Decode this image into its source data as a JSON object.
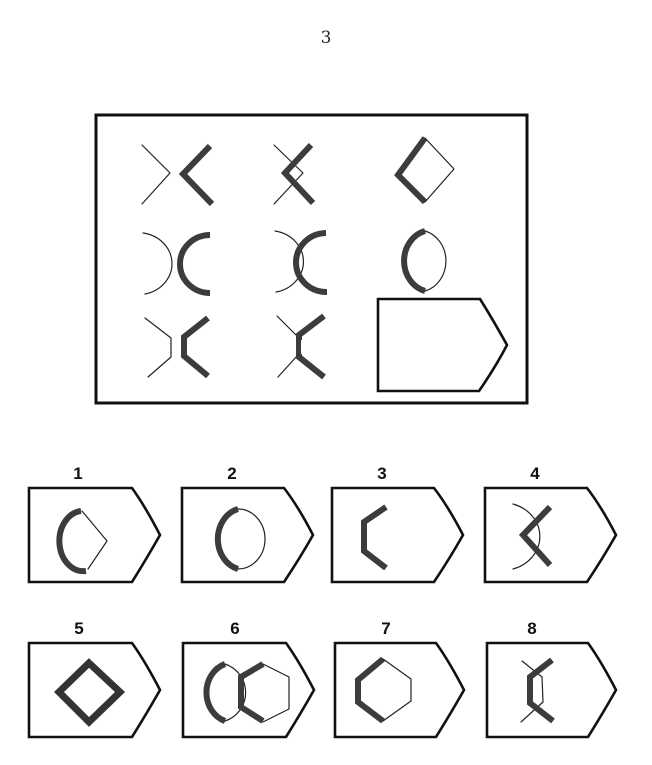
{
  "page": {
    "number": "3"
  },
  "puzzle": {
    "type": "3x3 visual matrix reasoning",
    "rows": [
      [
        "thin-right-angle + thick-left-angle (separate)",
        "thin-right-angle + thick-left-angle (overlapping)",
        "diamond: thick left half + thin right half"
      ],
      [
        "thin-right-arc + thick-left-arc (separate)",
        "thin-right-arc + thick-left-arc (overlapping)",
        "circle: thick left half + thin right half"
      ],
      [
        "thin-right-half-hexagon + thick-left-half-hexagon (separate)",
        "thin-right-half-hexagon + thick-left-half-hexagon (overlapping)",
        "missing (placeholder)"
      ]
    ],
    "missing_cell": "row 3, column 3"
  },
  "options": [
    {
      "label": "1",
      "description": "thick left arc joined with thin right angle"
    },
    {
      "label": "2",
      "description": "circle: thick left half + thin right half"
    },
    {
      "label": "3",
      "description": "thick left half-hexagon only"
    },
    {
      "label": "4",
      "description": "thin arc crossed by thick left angle"
    },
    {
      "label": "5",
      "description": "thick full diamond"
    },
    {
      "label": "6",
      "description": "half-thick circle overlapped with half-thick hexagon"
    },
    {
      "label": "7",
      "description": "hexagon: thick left half + thin right half"
    },
    {
      "label": "8",
      "description": "thin half-hexagon crossed by thick half-hexagon"
    }
  ],
  "colors": {
    "ink": "#111111",
    "thick_stroke": "#3c3c3c",
    "background": "#ffffff"
  }
}
